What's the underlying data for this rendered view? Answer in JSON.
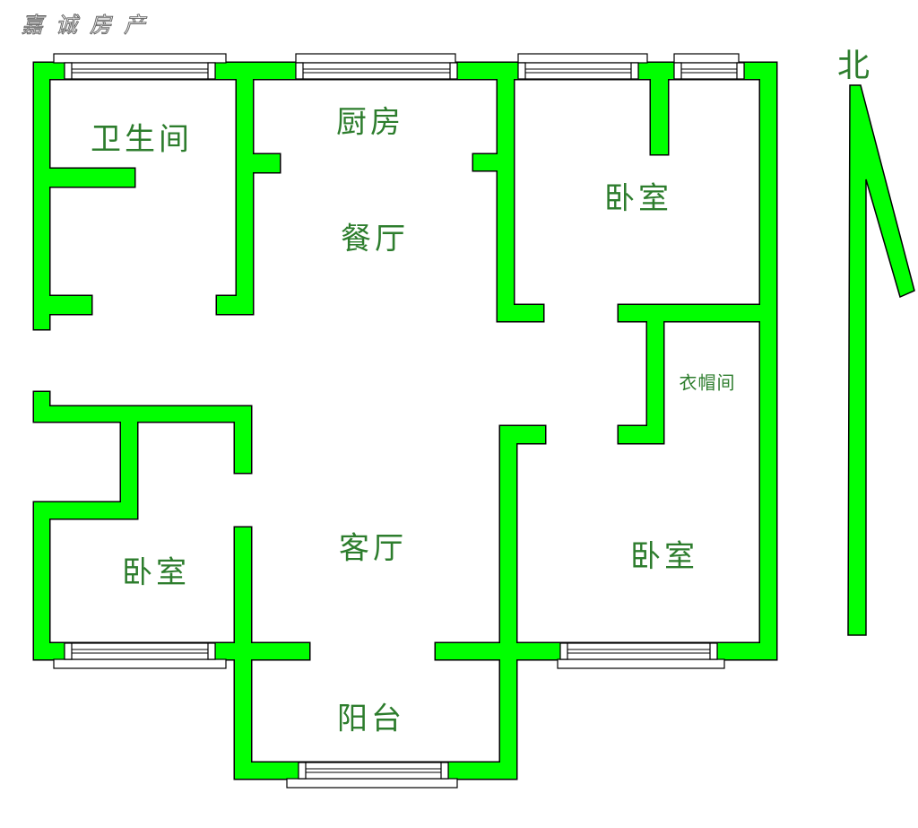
{
  "logo": "嘉诚房产",
  "north_label": "北",
  "rooms": {
    "bathroom": "卫生间",
    "kitchen": "厨房",
    "dining": "餐厅",
    "bedroom_ne": "卧室",
    "closet": "衣帽间",
    "living": "客厅",
    "bedroom_sw": "卧室",
    "bedroom_se": "卧室",
    "balcony": "阳台"
  },
  "colors": {
    "wall": "#00ff00",
    "outline": "#000000",
    "label": "#2d7d2d"
  }
}
